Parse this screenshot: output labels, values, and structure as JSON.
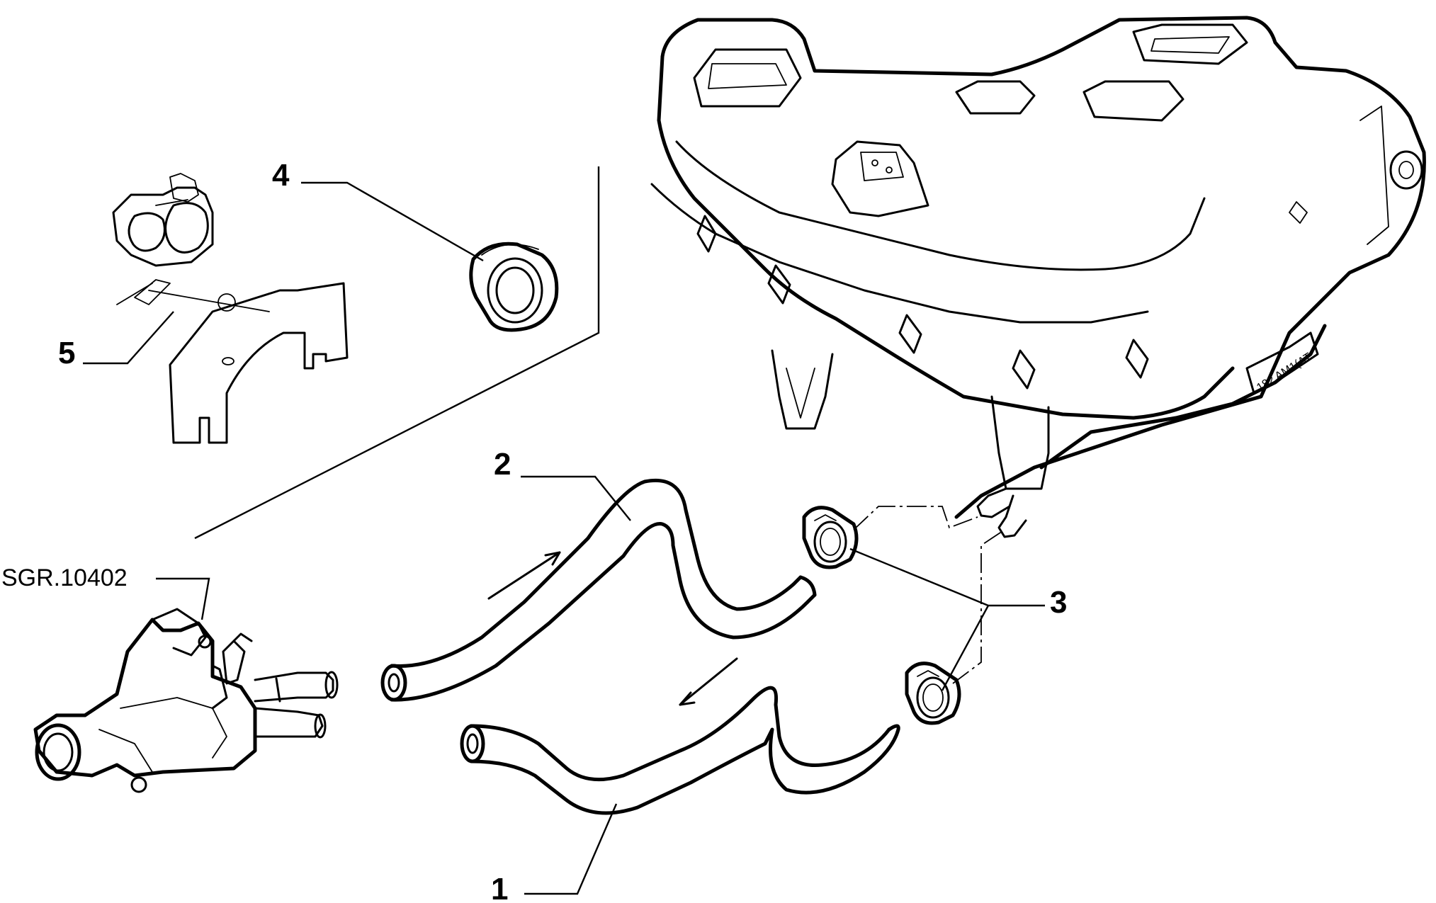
{
  "diagram": {
    "callouts": {
      "hose_return": "1",
      "hose_supply": "2",
      "hose_clamps": "3",
      "grommet": "4",
      "bracket": "5"
    },
    "thermostat_reference": "SGR.10402",
    "heater_stamp": "182 AM1(AT"
  }
}
